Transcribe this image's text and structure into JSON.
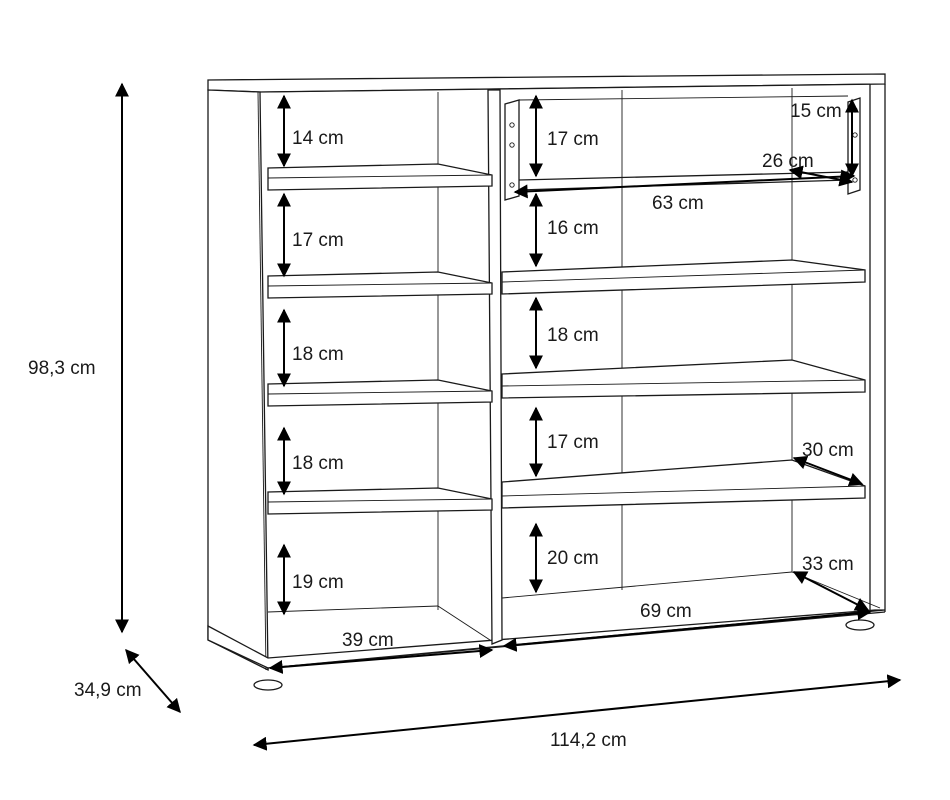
{
  "figure": {
    "overall": {
      "height": "98,3 cm",
      "depth": "34,9 cm",
      "width": "114,2 cm"
    },
    "left_column": {
      "compartments": [
        "14 cm",
        "17 cm",
        "18 cm",
        "18 cm",
        "19 cm"
      ],
      "inner_width": "39 cm"
    },
    "right_column": {
      "compartments": [
        "17 cm",
        "16 cm",
        "18 cm",
        "17 cm",
        "20 cm"
      ],
      "inner_width": "69 cm",
      "drawer_width": "63 cm",
      "drawer_height": "15 cm",
      "drawer_depth": "26 cm",
      "shelf_depth": "30 cm",
      "bottom_depth": "33 cm"
    }
  },
  "colors": {
    "line": "#1a1a1a",
    "arrow": "#000000",
    "background": "#ffffff"
  }
}
